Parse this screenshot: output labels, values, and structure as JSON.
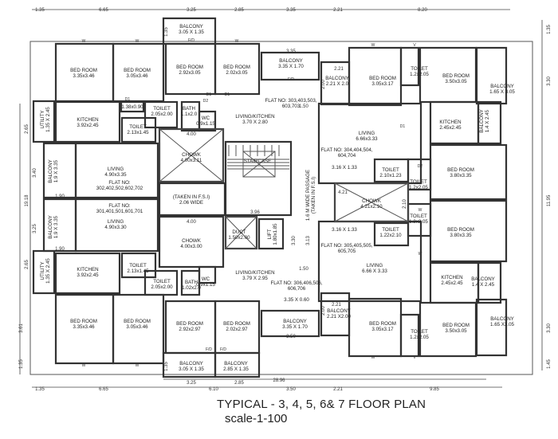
{
  "title": "TYPICAL - 3, 4, 5, 6& 7 FLOOR PLAN",
  "scale": "scale-1-100",
  "rooms": [
    {
      "name": "BED ROOM",
      "size": "3.35x3.46"
    },
    {
      "name": "BED ROOM",
      "size": "3.05x3.46"
    },
    {
      "name": "BALCONY",
      "size": "3.05 X 1.35"
    },
    {
      "name": "BED ROOM",
      "size": "2.92x3.05"
    },
    {
      "name": "BED ROOM",
      "size": "2.02x3.05"
    },
    {
      "name": "BALCONY",
      "size": "3.35 X 1.70"
    },
    {
      "name": "FLAT NO: 303,403,503,",
      "size": "603,703"
    },
    {
      "name": "LIVING/KITCHEN",
      "size": "3.70 X 2.80"
    },
    {
      "name": "UTILITY",
      "size": "1.35 X 2.45"
    },
    {
      "name": "KITCHEN",
      "size": "3.92x2.45"
    },
    {
      "name": "",
      "size": "1.38x0.90"
    },
    {
      "name": "TOILET",
      "size": "2.13x1.45"
    },
    {
      "name": "TOILET",
      "size": "2.05x2.00"
    },
    {
      "name": "BATH",
      "size": "1.1x2.0"
    },
    {
      "name": "WC",
      "size": "0.9x1.15"
    },
    {
      "name": "CHOWK",
      "size": "4.00x3.11"
    },
    {
      "name": "STAIRCASE",
      "size": ""
    },
    {
      "name": "BALCONY",
      "size": "1.9 X 3.35"
    },
    {
      "name": "LIVING",
      "size": "4.90x3.35"
    },
    {
      "name": "FLAT NO:",
      "size": "302,402,502,602,702"
    },
    {
      "name": "FLAT NO:",
      "size": "301,401,501,601,701"
    },
    {
      "name": "LIVING",
      "size": "4.90x3.30"
    },
    {
      "name": "BALCONY",
      "size": "1.9 X 3.35"
    },
    {
      "name": "(TAKEN IN F.S.I)",
      "size": "2.06 WIDE"
    },
    {
      "name": "CHOWK",
      "size": "4.00x3.00"
    },
    {
      "name": "DUCT",
      "size": "1.50x2.00"
    },
    {
      "name": "LIFT",
      "size": "1.80x1.85"
    },
    {
      "name": "1.6 M WIDE PASSAGE",
      "size": "(TAKEN IN F.S.I)"
    },
    {
      "name": "UTILITY",
      "size": "1.35 X 2.45"
    },
    {
      "name": "KITCHEN",
      "size": "3.92x2.45"
    },
    {
      "name": "TOILET",
      "size": "2.13x1.45"
    },
    {
      "name": "TOILET",
      "size": "2.05x2.00"
    },
    {
      "name": "BATH",
      "size": "1.02x2.0"
    },
    {
      "name": "WC",
      "size": "0.9x1.15"
    },
    {
      "name": "LIVING/KITCHEN",
      "size": "3.79 X 2.95"
    },
    {
      "name": "FLAT NO: 306,406,506,",
      "size": "606,706"
    },
    {
      "name": "",
      "size": "3.35 X 0.60"
    },
    {
      "name": "BED ROOM",
      "size": "3.35x3.46"
    },
    {
      "name": "BED ROOM",
      "size": "3.05x3.46"
    },
    {
      "name": "BED ROOM",
      "size": "2.92x2.97"
    },
    {
      "name": "BED ROOM",
      "size": "2.02x2.97"
    },
    {
      "name": "BALCONY",
      "size": "3.35 X 1.70"
    },
    {
      "name": "BALCONY",
      "size": "3.05 X 1.35"
    },
    {
      "name": "BALCONY",
      "size": "2.85 X 1.35"
    },
    {
      "name": "BALCONY",
      "size": "2.21 X 2.0"
    },
    {
      "name": "BED ROOM",
      "size": "3.05x3.17"
    },
    {
      "name": "TOILET",
      "size": "1.2x2.05"
    },
    {
      "name": "BED ROOM",
      "size": "3.50x3.05"
    },
    {
      "name": "BALCONY",
      "size": "1.65 X 3.05"
    },
    {
      "name": "KITCHEN",
      "size": "2.45x2.45"
    },
    {
      "name": "BALCONY",
      "size": "1.4 X 2.45"
    },
    {
      "name": "LIVING",
      "size": "6.66x3.33"
    },
    {
      "name": "FLAT NO: 304,404,504,",
      "size": "604,704"
    },
    {
      "name": "",
      "size": "3.16 X 1.33"
    },
    {
      "name": "TOILET",
      "size": "2.10x1.23"
    },
    {
      "name": "TOILET",
      "size": "1.2x2.05"
    },
    {
      "name": "CHOWK",
      "size": "4.21x2.10"
    },
    {
      "name": "TOILET",
      "size": "1.2x2.05"
    },
    {
      "name": "TOILET",
      "size": "1.22x2.10"
    },
    {
      "name": "BED ROOM",
      "size": "3.80x3.35"
    },
    {
      "name": "BED ROOM",
      "size": "3.80x3.35"
    },
    {
      "name": "",
      "size": "3.16 X 1.33"
    },
    {
      "name": "FLAT NO: 305,405,505,",
      "size": "605,705"
    },
    {
      "name": "LIVING",
      "size": "6.66 X 3.33"
    },
    {
      "name": "KITCHEN",
      "size": "2.45x2.45"
    },
    {
      "name": "BALCONY",
      "size": "1.4 X 2.45"
    },
    {
      "name": "BALCONY",
      "size": "2.21 X2.00"
    },
    {
      "name": "BED ROOM",
      "size": "3.05x3.17"
    },
    {
      "name": "TOILET",
      "size": "1.2x2.05"
    },
    {
      "name": "BED ROOM",
      "size": "3.50x3.05"
    },
    {
      "name": "BALCONY",
      "size": "1.65 X3.05"
    }
  ],
  "dimensions": [
    "1.35",
    "6.65",
    "3.25",
    "2.85",
    "3.35",
    "2.21",
    "8.20",
    "1.35",
    "3.30",
    "11.95",
    "3.30",
    "1.45",
    "2.65",
    "3.40",
    "19.18",
    "3.25",
    "2.65",
    "3.61",
    "1.35",
    "1.35",
    "6.65",
    "3.25",
    "6.10",
    "2.85",
    "28.96",
    "3.50",
    "2.21",
    "9.85",
    "3.35",
    "2.21",
    "2.00",
    "4.00",
    "3.96",
    "4.00",
    "1.90",
    "1.90",
    "1.50",
    "1.50",
    "4.21",
    "2.10",
    "3.30",
    "3.13",
    "3.50",
    "2.21",
    "2.00",
    "1.35",
    "1.35"
  ],
  "tags": [
    "W",
    "W",
    "W",
    "F/D",
    "F/D",
    "W",
    "V",
    "W",
    "W",
    "F/D",
    "F/D",
    "W",
    "V",
    "D1",
    "D1",
    "D2",
    "D1",
    "D1",
    "D2",
    "W",
    "W"
  ]
}
